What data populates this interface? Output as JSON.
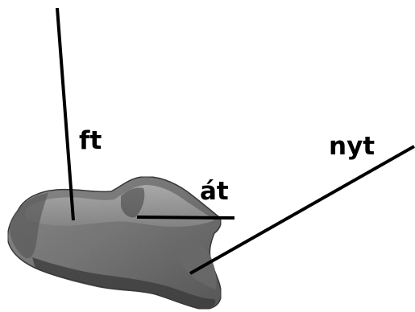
{
  "labels": {
    "ft": "ft",
    "at": "át",
    "nyt": "nyt"
  },
  "colors": {
    "background": "#ffffff",
    "label_text": "#000000",
    "leader_line": "#000000",
    "bone_dark": "#2f2f2f",
    "bone_mid": "#6b6b6b",
    "bone_light": "#a6a6a6"
  }
}
